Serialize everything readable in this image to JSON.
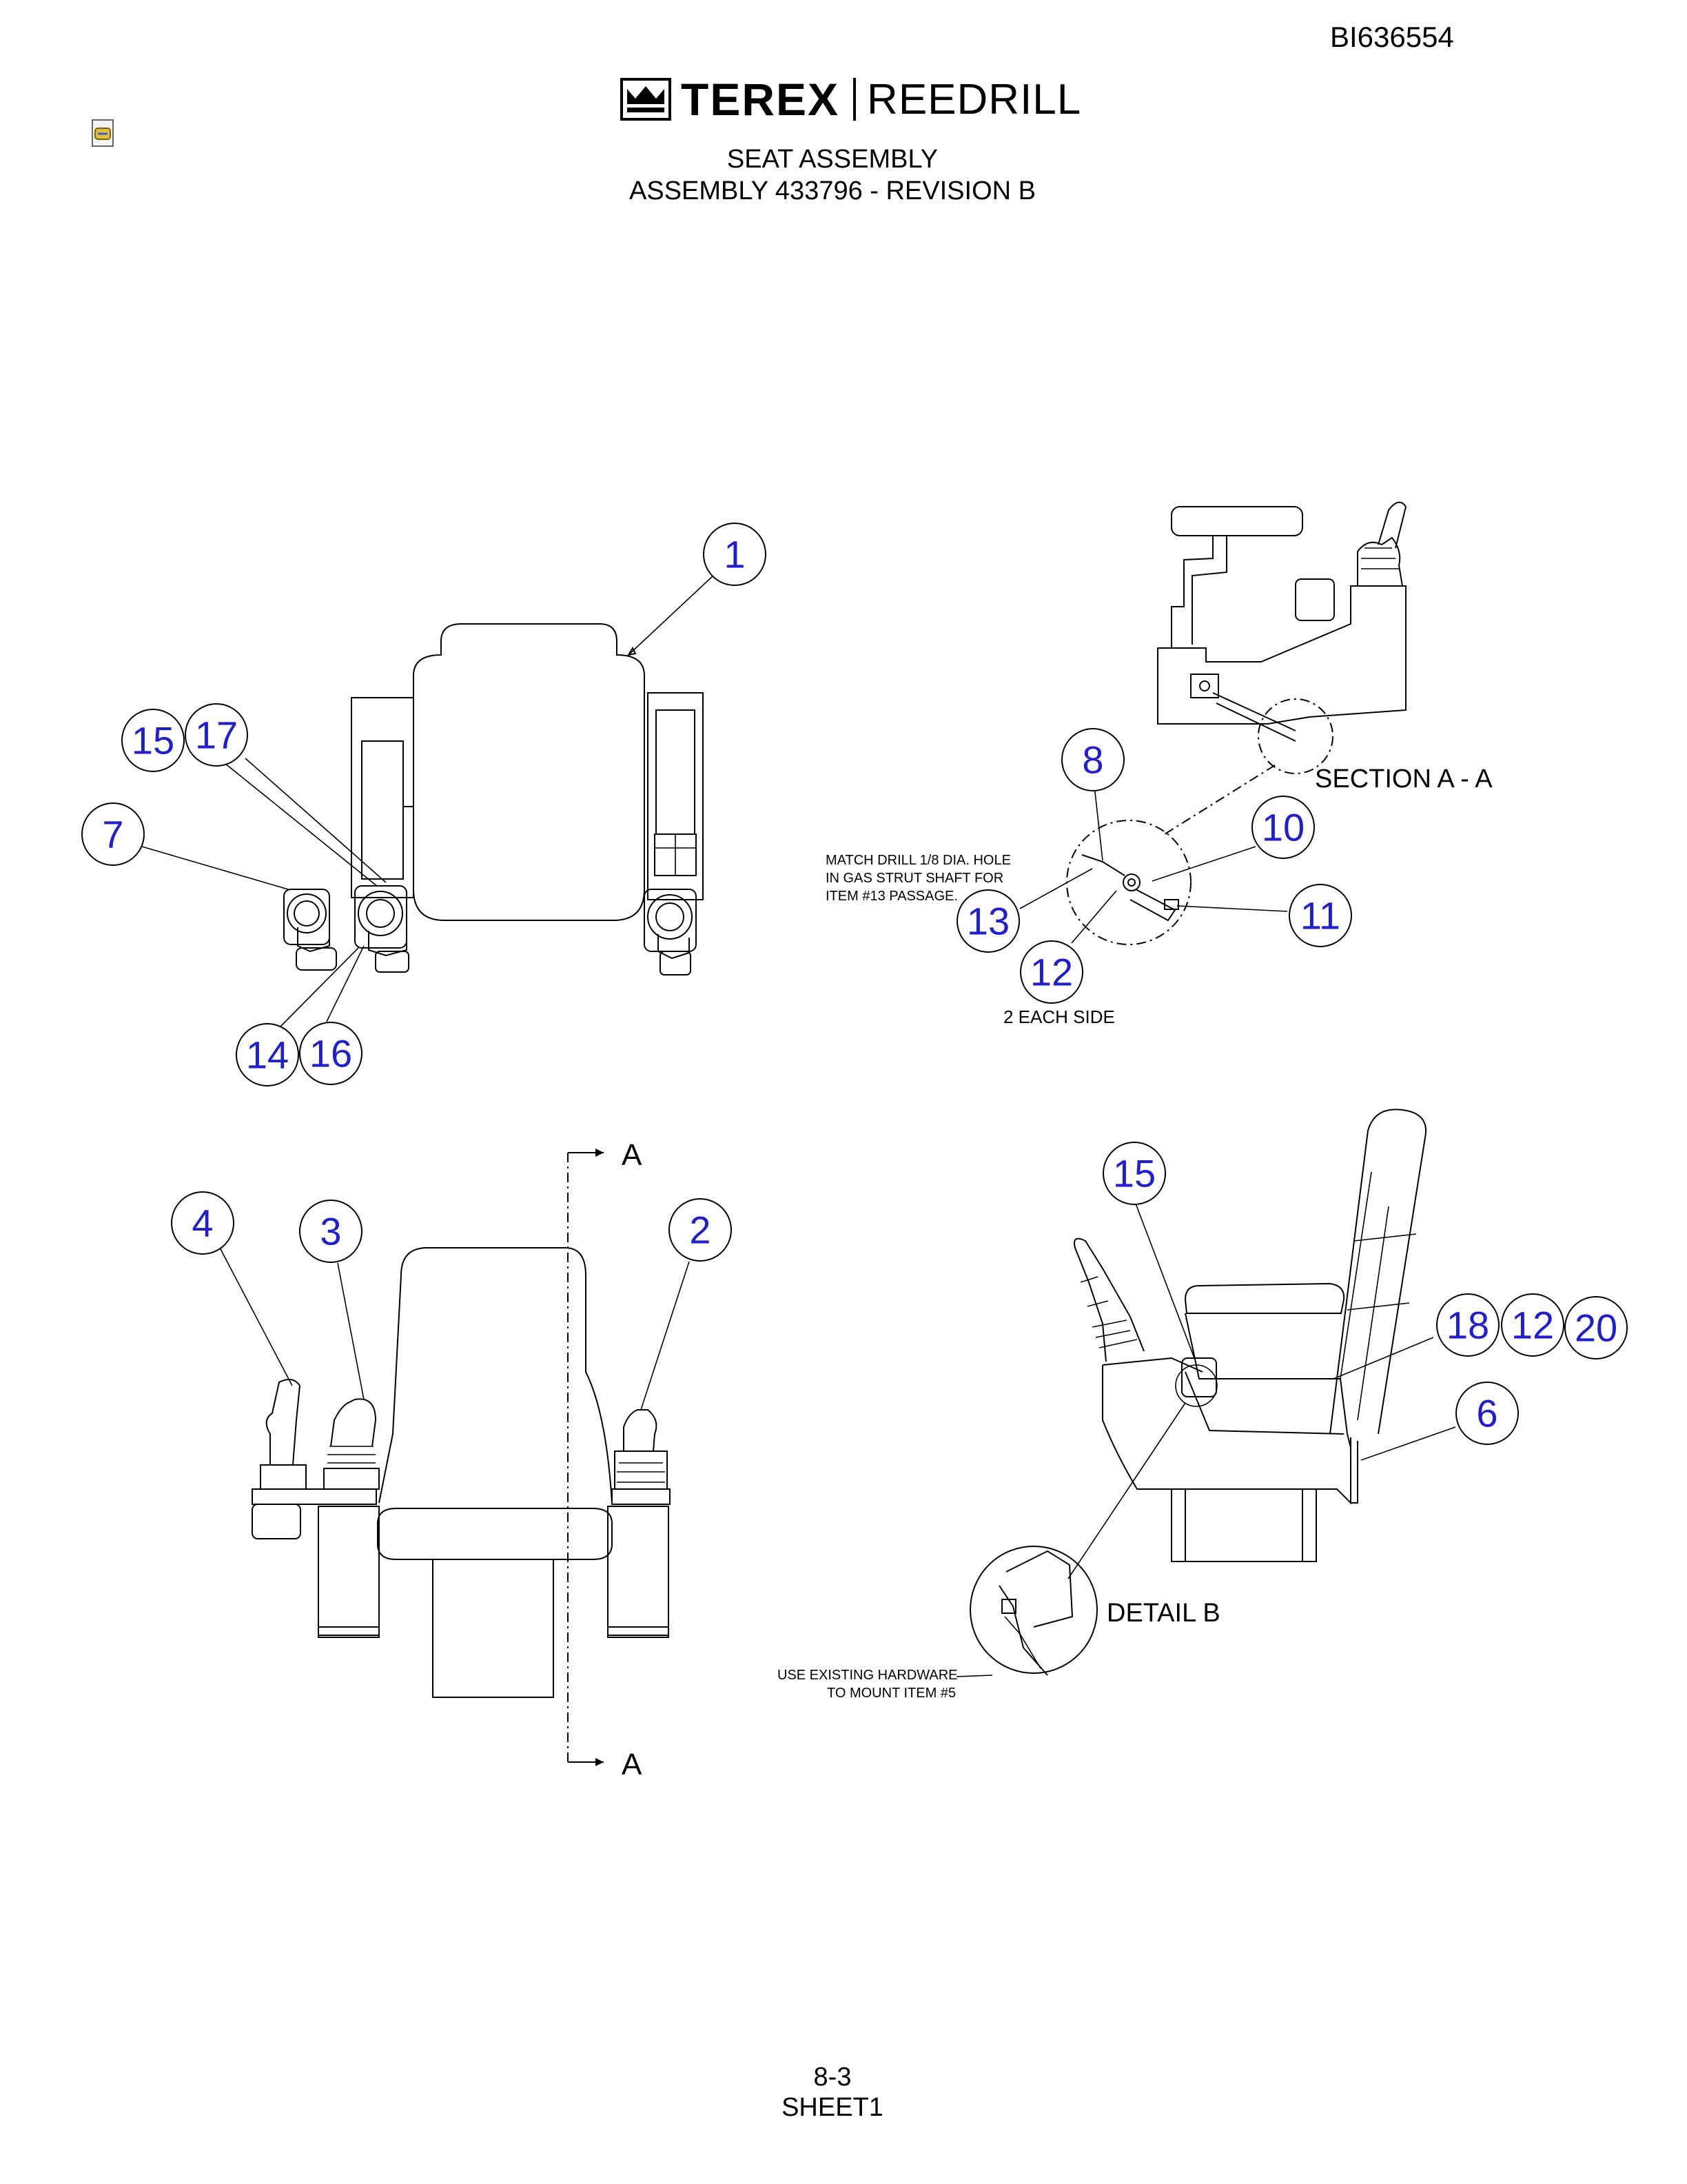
{
  "document_id": "BI636554",
  "brand": {
    "name_bold": "TEREX",
    "name_light": "REEDRILL"
  },
  "title": {
    "line1": "SEAT ASSEMBLY",
    "line2": "ASSEMBLY 433796 - REVISION B"
  },
  "footer": {
    "page": "8-3",
    "sheet": "SHEET1"
  },
  "balloon_color": "#1f1fd0",
  "views": {
    "section_label": "SECTION A - A",
    "detail_label": "DETAIL B",
    "section_marker": "A"
  },
  "notes": {
    "match_drill": [
      "MATCH DRILL 1/8 DIA. HOLE",
      "IN GAS STRUT SHAFT FOR",
      "ITEM #13 PASSAGE."
    ],
    "each_side": "2 EACH SIDE",
    "hardware": [
      "USE EXISTING HARDWARE",
      "TO MOUNT ITEM #5"
    ]
  },
  "balloons": {
    "top_view": [
      "1",
      "15",
      "17",
      "7",
      "14",
      "16"
    ],
    "section_view": [
      "8",
      "10",
      "13",
      "11",
      "12"
    ],
    "front_view": [
      "4",
      "3",
      "2"
    ],
    "side_view": [
      "15",
      "18",
      "12",
      "20",
      "6"
    ]
  }
}
